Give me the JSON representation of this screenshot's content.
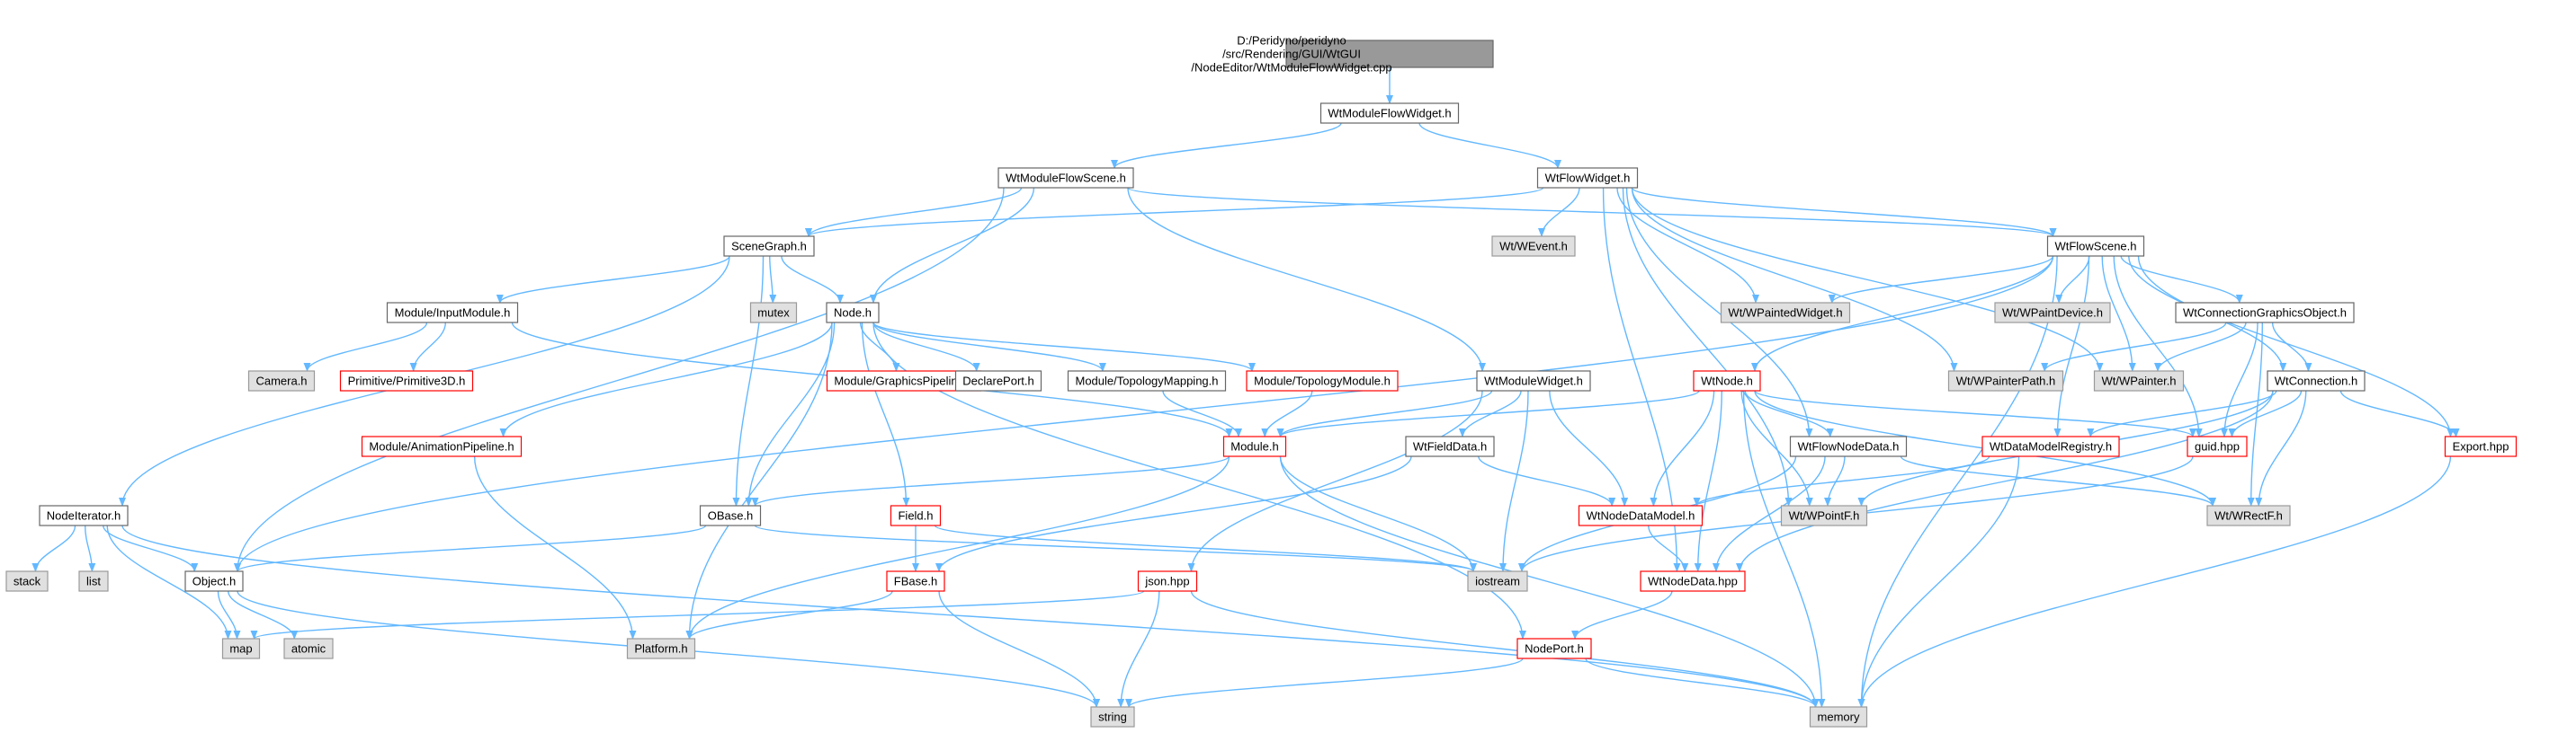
{
  "colors": {
    "edge": "#63b8ff",
    "root_fill": "#999999",
    "root_stroke": "#666666",
    "normal_fill": "#ffffff",
    "normal_stroke": "#666666",
    "truncated_stroke": "#ff0000",
    "external_fill": "#e0e0e0",
    "external_stroke": "#999999",
    "text": "#000000"
  },
  "nodes": [
    {
      "id": "root",
      "kind": "root",
      "lines": [
        "D:/Peridyno/peridyno",
        "/src/Rendering/GUI/WtGUI",
        "/NodeEditor/WtModuleFlowWidget.cpp"
      ]
    },
    {
      "id": "wtmoduleflowwidget_h",
      "kind": "normal",
      "lines": [
        "WtModuleFlowWidget.h"
      ]
    },
    {
      "id": "wtmoduleflowscene_h",
      "kind": "normal",
      "lines": [
        "WtModuleFlowScene.h"
      ]
    },
    {
      "id": "wtflowwidget_h",
      "kind": "normal",
      "lines": [
        "WtFlowWidget.h"
      ]
    },
    {
      "id": "scenegraph_h",
      "kind": "normal",
      "lines": [
        "SceneGraph.h"
      ]
    },
    {
      "id": "wt_wevent_h",
      "kind": "external",
      "lines": [
        "Wt/WEvent.h"
      ]
    },
    {
      "id": "wtflowscene_h",
      "kind": "normal",
      "lines": [
        "WtFlowScene.h"
      ]
    },
    {
      "id": "module_inputmodule_h",
      "kind": "normal",
      "lines": [
        "Module/InputModule.h"
      ]
    },
    {
      "id": "mutex",
      "kind": "external",
      "lines": [
        "mutex"
      ]
    },
    {
      "id": "node_h",
      "kind": "normal",
      "lines": [
        "Node.h"
      ]
    },
    {
      "id": "wt_wpaintedwidget_h",
      "kind": "external",
      "lines": [
        "Wt/WPaintedWidget.h"
      ]
    },
    {
      "id": "wt_wpaintdevice_h",
      "kind": "external",
      "lines": [
        "Wt/WPaintDevice.h"
      ]
    },
    {
      "id": "wtconnectiongraphicsobject_h",
      "kind": "normal",
      "lines": [
        "WtConnectionGraphicsObject.h"
      ]
    },
    {
      "id": "camera_h",
      "kind": "external",
      "lines": [
        "Camera.h"
      ]
    },
    {
      "id": "primitive_primitive3d_h",
      "kind": "truncated",
      "lines": [
        "Primitive/Primitive3D.h"
      ]
    },
    {
      "id": "module_graphicspipeline_h",
      "kind": "truncated",
      "lines": [
        "Module/GraphicsPipeline.h"
      ]
    },
    {
      "id": "declareport_h",
      "kind": "normal",
      "lines": [
        "DeclarePort.h"
      ]
    },
    {
      "id": "module_topologymapping_h",
      "kind": "normal",
      "lines": [
        "Module/TopologyMapping.h"
      ]
    },
    {
      "id": "module_topologymodule_h",
      "kind": "truncated",
      "lines": [
        "Module/TopologyModule.h"
      ]
    },
    {
      "id": "wtmodulewidget_h",
      "kind": "normal",
      "lines": [
        "WtModuleWidget.h"
      ]
    },
    {
      "id": "wtnode_h",
      "kind": "truncated",
      "lines": [
        "WtNode.h"
      ]
    },
    {
      "id": "wt_wpainterpath_h",
      "kind": "external",
      "lines": [
        "Wt/WPainterPath.h"
      ]
    },
    {
      "id": "wt_wpainter_h",
      "kind": "external",
      "lines": [
        "Wt/WPainter.h"
      ]
    },
    {
      "id": "wtconnection_h",
      "kind": "normal",
      "lines": [
        "WtConnection.h"
      ]
    },
    {
      "id": "module_animationpipeline_h",
      "kind": "truncated",
      "lines": [
        "Module/AnimationPipeline.h"
      ]
    },
    {
      "id": "module_h",
      "kind": "truncated",
      "lines": [
        "Module.h"
      ]
    },
    {
      "id": "wtfielddata_h",
      "kind": "normal",
      "lines": [
        "WtFieldData.h"
      ]
    },
    {
      "id": "wtflownodedata_h",
      "kind": "normal",
      "lines": [
        "WtFlowNodeData.h"
      ]
    },
    {
      "id": "wtdatamodelregistry_h",
      "kind": "truncated",
      "lines": [
        "WtDataModelRegistry.h"
      ]
    },
    {
      "id": "guid_hpp",
      "kind": "truncated",
      "lines": [
        "guid.hpp"
      ]
    },
    {
      "id": "export_hpp",
      "kind": "truncated",
      "lines": [
        "Export.hpp"
      ]
    },
    {
      "id": "nodeiterator_h",
      "kind": "normal",
      "lines": [
        "NodeIterator.h"
      ]
    },
    {
      "id": "obase_h",
      "kind": "normal",
      "lines": [
        "OBase.h"
      ]
    },
    {
      "id": "field_h",
      "kind": "truncated",
      "lines": [
        "Field.h"
      ]
    },
    {
      "id": "wtnodedatamodel_h",
      "kind": "truncated",
      "lines": [
        "WtNodeDataModel.h"
      ]
    },
    {
      "id": "wt_wpointf_h",
      "kind": "external",
      "lines": [
        "Wt/WPointF.h"
      ]
    },
    {
      "id": "wt_wrectf_h",
      "kind": "external",
      "lines": [
        "Wt/WRectF.h"
      ]
    },
    {
      "id": "stack",
      "kind": "external",
      "lines": [
        "stack"
      ]
    },
    {
      "id": "list",
      "kind": "external",
      "lines": [
        "list"
      ]
    },
    {
      "id": "object_h",
      "kind": "normal",
      "lines": [
        "Object.h"
      ]
    },
    {
      "id": "fbase_h",
      "kind": "truncated",
      "lines": [
        "FBase.h"
      ]
    },
    {
      "id": "iostream",
      "kind": "external",
      "lines": [
        "iostream"
      ]
    },
    {
      "id": "json_hpp",
      "kind": "truncated",
      "lines": [
        "json.hpp"
      ]
    },
    {
      "id": "wtnodedata_hpp",
      "kind": "truncated",
      "lines": [
        "WtNodeData.hpp"
      ]
    },
    {
      "id": "map",
      "kind": "external",
      "lines": [
        "map"
      ]
    },
    {
      "id": "atomic",
      "kind": "external",
      "lines": [
        "atomic"
      ]
    },
    {
      "id": "platform_h",
      "kind": "external",
      "lines": [
        "Platform.h"
      ]
    },
    {
      "id": "nodeport_h",
      "kind": "truncated",
      "lines": [
        "NodePort.h"
      ]
    },
    {
      "id": "string",
      "kind": "external",
      "lines": [
        "string"
      ]
    },
    {
      "id": "memory",
      "kind": "external",
      "lines": [
        "memory"
      ]
    }
  ],
  "edges": [
    [
      "root",
      "wtmoduleflowwidget_h"
    ],
    [
      "wtmoduleflowwidget_h",
      "wtmoduleflowscene_h"
    ],
    [
      "wtmoduleflowwidget_h",
      "wtflowwidget_h"
    ],
    [
      "wtmoduleflowscene_h",
      "scenegraph_h"
    ],
    [
      "wtmoduleflowscene_h",
      "wtflowscene_h"
    ],
    [
      "wtmoduleflowscene_h",
      "node_h"
    ],
    [
      "wtmoduleflowscene_h",
      "wtmodulewidget_h"
    ],
    [
      "wtmoduleflowscene_h",
      "object_h"
    ],
    [
      "wtflowwidget_h",
      "scenegraph_h"
    ],
    [
      "wtflowwidget_h",
      "wt_wevent_h"
    ],
    [
      "wtflowwidget_h",
      "wt_wpaintedwidget_h"
    ],
    [
      "wtflowwidget_h",
      "wtflowscene_h"
    ],
    [
      "wtflowwidget_h",
      "wt_wpainterpath_h"
    ],
    [
      "wtflowwidget_h",
      "wt_wpainter_h"
    ],
    [
      "wtflowwidget_h",
      "wtflownodedata_h"
    ],
    [
      "wtflowwidget_h",
      "wt_wpointf_h"
    ],
    [
      "wtflowwidget_h",
      "wtnodedata_hpp"
    ],
    [
      "scenegraph_h",
      "module_inputmodule_h"
    ],
    [
      "scenegraph_h",
      "mutex"
    ],
    [
      "scenegraph_h",
      "node_h"
    ],
    [
      "scenegraph_h",
      "nodeiterator_h"
    ],
    [
      "scenegraph_h",
      "obase_h"
    ],
    [
      "wtflowscene_h",
      "wt_wpaintedwidget_h"
    ],
    [
      "wtflowscene_h",
      "wt_wpaintdevice_h"
    ],
    [
      "wtflowscene_h",
      "wtconnectiongraphicsobject_h"
    ],
    [
      "wtflowscene_h",
      "wtnode_h"
    ],
    [
      "wtflowscene_h",
      "wt_wpainter_h"
    ],
    [
      "wtflowscene_h",
      "wtconnection_h"
    ],
    [
      "wtflowscene_h",
      "wtdatamodelregistry_h"
    ],
    [
      "wtflowscene_h",
      "guid_hpp"
    ],
    [
      "wtflowscene_h",
      "export_hpp"
    ],
    [
      "wtflowscene_h",
      "object_h"
    ],
    [
      "wtflowscene_h",
      "memory"
    ],
    [
      "module_inputmodule_h",
      "camera_h"
    ],
    [
      "module_inputmodule_h",
      "primitive_primitive3d_h"
    ],
    [
      "module_inputmodule_h",
      "module_h"
    ],
    [
      "node_h",
      "module_graphicspipeline_h"
    ],
    [
      "node_h",
      "declareport_h"
    ],
    [
      "node_h",
      "module_topologymapping_h"
    ],
    [
      "node_h",
      "module_topologymodule_h"
    ],
    [
      "node_h",
      "module_animationpipeline_h"
    ],
    [
      "node_h",
      "obase_h"
    ],
    [
      "node_h",
      "field_h"
    ],
    [
      "node_h",
      "platform_h"
    ],
    [
      "node_h",
      "nodeport_h"
    ],
    [
      "wtconnectiongraphicsobject_h",
      "wt_wpainterpath_h"
    ],
    [
      "wtconnectiongraphicsobject_h",
      "wt_wpainter_h"
    ],
    [
      "wtconnectiongraphicsobject_h",
      "wtconnection_h"
    ],
    [
      "wtconnectiongraphicsobject_h",
      "guid_hpp"
    ],
    [
      "wtconnectiongraphicsobject_h",
      "wt_wrectf_h"
    ],
    [
      "module_topologymapping_h",
      "module_h"
    ],
    [
      "module_topologymodule_h",
      "module_h"
    ],
    [
      "wtmodulewidget_h",
      "module_h"
    ],
    [
      "wtmodulewidget_h",
      "wtfielddata_h"
    ],
    [
      "wtmodulewidget_h",
      "wtnodedatamodel_h"
    ],
    [
      "wtmodulewidget_h",
      "iostream"
    ],
    [
      "wtmodulewidget_h",
      "json_hpp"
    ],
    [
      "wtnode_h",
      "module_h"
    ],
    [
      "wtnode_h",
      "wtflownodedata_h"
    ],
    [
      "wtnode_h",
      "wtnodedatamodel_h"
    ],
    [
      "wtnode_h",
      "guid_hpp"
    ],
    [
      "wtnode_h",
      "wt_wpointf_h"
    ],
    [
      "wtnode_h",
      "wt_wrectf_h"
    ],
    [
      "wtnode_h",
      "wtnodedata_hpp"
    ],
    [
      "wtnode_h",
      "memory"
    ],
    [
      "wtconnection_h",
      "wtdatamodelregistry_h"
    ],
    [
      "wtconnection_h",
      "guid_hpp"
    ],
    [
      "wtconnection_h",
      "export_hpp"
    ],
    [
      "wtconnection_h",
      "wt_wpointf_h"
    ],
    [
      "wtconnection_h",
      "wt_wrectf_h"
    ],
    [
      "wtconnection_h",
      "wtnodedata_hpp"
    ],
    [
      "module_animationpipeline_h",
      "platform_h"
    ],
    [
      "module_h",
      "obase_h"
    ],
    [
      "module_h",
      "platform_h"
    ],
    [
      "module_h",
      "iostream"
    ],
    [
      "module_h",
      "memory"
    ],
    [
      "wtfielddata_h",
      "wtnodedatamodel_h"
    ],
    [
      "wtfielddata_h",
      "fbase_h"
    ],
    [
      "wtflownodedata_h",
      "wt_wpointf_h"
    ],
    [
      "wtflownodedata_h",
      "wt_wrectf_h"
    ],
    [
      "wtflownodedata_h",
      "iostream"
    ],
    [
      "wtflownodedata_h",
      "wtnodedata_hpp"
    ],
    [
      "wtdatamodelregistry_h",
      "wtnodedatamodel_h"
    ],
    [
      "wtdatamodelregistry_h",
      "memory"
    ],
    [
      "guid_hpp",
      "iostream"
    ],
    [
      "export_hpp",
      "memory"
    ],
    [
      "nodeiterator_h",
      "stack"
    ],
    [
      "nodeiterator_h",
      "list"
    ],
    [
      "nodeiterator_h",
      "object_h"
    ],
    [
      "nodeiterator_h",
      "map"
    ],
    [
      "nodeiterator_h",
      "memory"
    ],
    [
      "obase_h",
      "object_h"
    ],
    [
      "obase_h",
      "iostream"
    ],
    [
      "field_h",
      "fbase_h"
    ],
    [
      "field_h",
      "iostream"
    ],
    [
      "wtnodedatamodel_h",
      "wtnodedata_hpp"
    ],
    [
      "object_h",
      "map"
    ],
    [
      "object_h",
      "atomic"
    ],
    [
      "object_h",
      "string"
    ],
    [
      "fbase_h",
      "platform_h"
    ],
    [
      "fbase_h",
      "string"
    ],
    [
      "json_hpp",
      "map"
    ],
    [
      "json_hpp",
      "string"
    ],
    [
      "json_hpp",
      "memory"
    ],
    [
      "wtnodedata_hpp",
      "nodeport_h"
    ],
    [
      "nodeport_h",
      "string"
    ],
    [
      "nodeport_h",
      "memory"
    ]
  ]
}
